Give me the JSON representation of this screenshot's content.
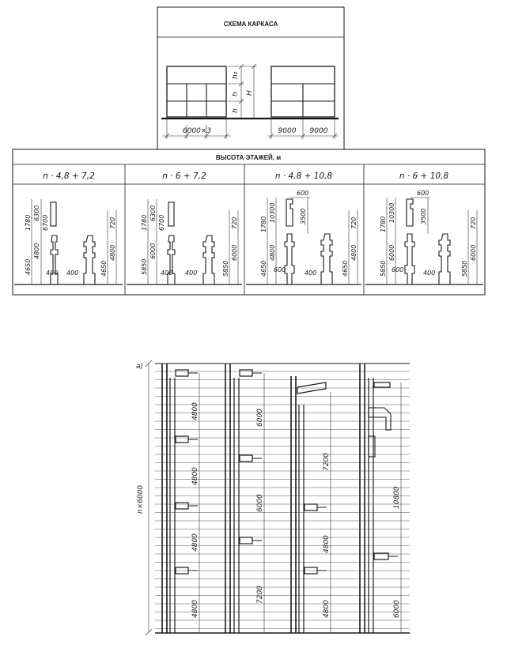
{
  "scheme": {
    "title": "СХЕМА КАРКАСА",
    "labels": {
      "h2": "h₂",
      "h": "h",
      "H": "H"
    },
    "dims": {
      "left": "6000×3",
      "right1": "9000",
      "right2": "9000"
    }
  },
  "heights": {
    "title": "ВЫСОТА ЭТАЖЕЙ, м",
    "panels": [
      {
        "header": "n · 4,8 + 7,2",
        "left_dims": [
          "1780",
          "6300",
          "6700",
          "4650",
          "4800"
        ],
        "right_dims": [
          "720",
          "4650",
          "4800"
        ],
        "bottom": [
          "400",
          "400"
        ]
      },
      {
        "header": "n · 6 + 7,2",
        "left_dims": [
          "1780",
          "6300",
          "6700",
          "5850",
          "6000"
        ],
        "right_dims": [
          "720",
          "5850",
          "6000"
        ],
        "bottom": [
          "400",
          "400"
        ]
      },
      {
        "header": "n · 4,8 + 10,8",
        "left_dims": [
          "1780",
          "10300",
          "4650",
          "4800"
        ],
        "top_dims": [
          "600",
          "3500"
        ],
        "right_dims": [
          "720",
          "4650",
          "4800"
        ],
        "bottom": [
          "600",
          "400"
        ]
      },
      {
        "header": "n · 6 + 10,8",
        "left_dims": [
          "1780",
          "10300",
          "5850",
          "6000"
        ],
        "top_dims": [
          "600",
          "3500"
        ],
        "right_dims": [
          "720",
          "5850",
          "6000"
        ],
        "bottom": [
          "600",
          "400"
        ]
      }
    ]
  },
  "elevation": {
    "label": "а)",
    "side_label": "n×6000",
    "col1_dims": [
      "4800",
      "4800",
      "4800",
      "4800"
    ],
    "col2_dims": [
      "6000",
      "6000",
      "7200"
    ],
    "col3_dims": [
      "7200",
      "4800",
      "4800"
    ],
    "col4_dims": [
      "10800",
      "6000"
    ]
  }
}
